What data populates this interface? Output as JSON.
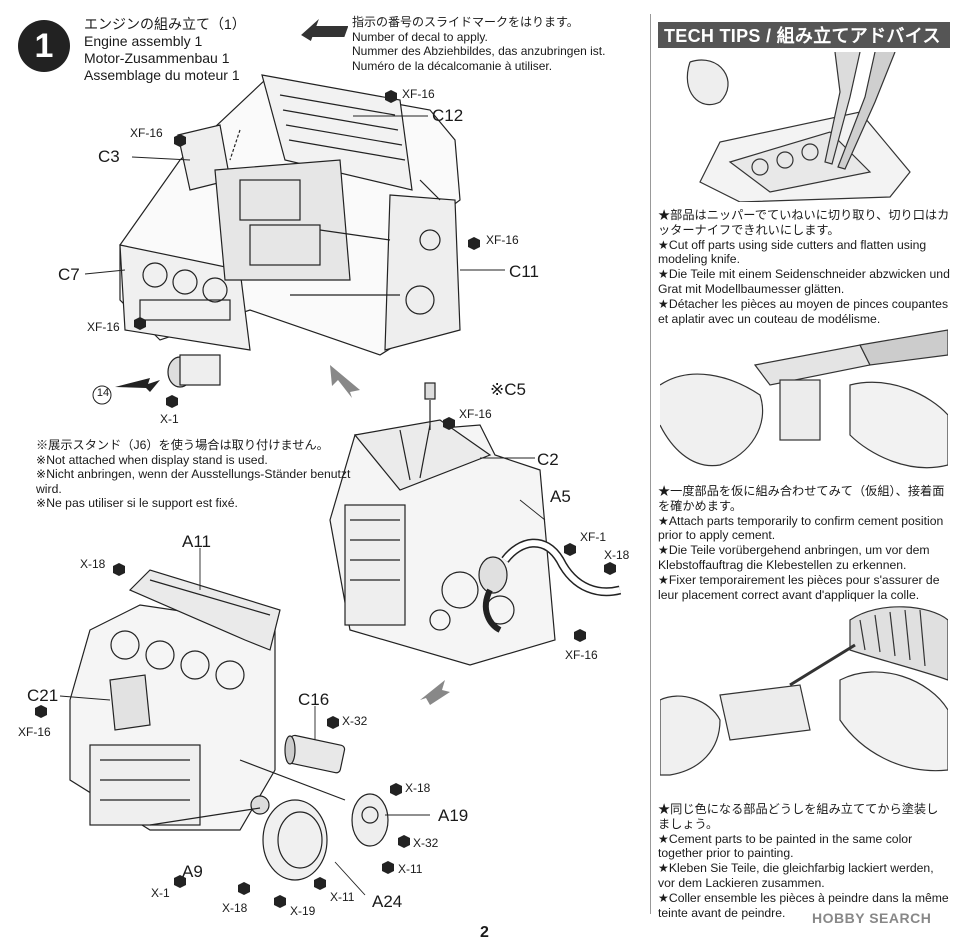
{
  "step": {
    "number": "1",
    "title_ja": "エンジンの組み立て（1）",
    "title_en": "Engine assembly 1",
    "title_de": "Motor-Zusammenbau 1",
    "title_fr": "Assemblage du moteur 1"
  },
  "decal_note": {
    "ja": "指示の番号のスライドマークをはります。",
    "en": "Number of decal to apply.",
    "de": "Nummer des Abziehbildes, das anzubringen ist.",
    "fr": "Numéro de la décalcomanie à utiliser."
  },
  "stand_note": {
    "ja": "※展示スタンド（J6）を使う場合は取り付けません。",
    "en": "※Not attached when display stand is used.",
    "de": "※Nicht anbringen, wenn der Ausstellungs-Ständer benutzt wird.",
    "fr": "※Ne pas utiliser si le support est fixé."
  },
  "part_labels": {
    "c12": "C12",
    "c3": "C3",
    "c7": "C7",
    "c11": "C11",
    "c5": "※C5",
    "c2": "C2",
    "a5": "A5",
    "a11": "A11",
    "c21": "C21",
    "c16": "C16",
    "a19": "A19",
    "a9": "A9",
    "a24": "A24",
    "decal14": "14"
  },
  "screw_labels": {
    "xf16_c12": "XF-16",
    "xf16_c3": "XF-16",
    "xf16_c11": "XF-16",
    "xf16_c7": "XF-16",
    "x1_c7": "X-1",
    "xf16_c5": "XF-16",
    "xf1_a5": "XF-1",
    "x18_a5": "X-18",
    "xf16_a5": "XF-16",
    "x18_a11": "X-18",
    "xf16_c21": "XF-16",
    "x32_c16": "X-32",
    "x18_a19": "X-18",
    "x32_a19": "X-32",
    "x11_a19": "X-11",
    "x1_a9": "X-1",
    "x18_a24": "X-18",
    "x19_a24": "X-19",
    "x11_a24": "X-11"
  },
  "tech_tips": {
    "header": "TECH TIPS / 組み立てアドバイス",
    "tip1": {
      "ja": "★部品はニッパーでていねいに切り取り、切り口はカッターナイフできれいにします。",
      "en": "★Cut off parts using side cutters and flatten using modeling knife.",
      "de": "★Die Teile mit einem Seidenschneider abzwicken und Grat mit Modellbaumesser glätten.",
      "fr": "★Détacher les pièces au moyen de pinces coupantes et aplatir avec un couteau de modélisme."
    },
    "tip2": {
      "ja": "★一度部品を仮に組み合わせてみて（仮組）、接着面を確かめます。",
      "en": "★Attach parts temporarily to confirm cement position prior to apply cement.",
      "de": "★Die Teile vorübergehend anbringen, um vor dem Klebstoffauftrag die Klebestellen zu erkennen.",
      "fr": "★Fixer temporairement les pièces pour s'assurer de leur placement correct avant d'appliquer la colle."
    },
    "tip3": {
      "ja": "★同じ色になる部品どうしを組み立ててから塗装しましょう。",
      "en": "★Cement parts to be painted in the same color together prior to painting.",
      "de": "★Kleben Sie Teile, die gleichfarbig lackiert werden, vor dem Lackieren zusammen.",
      "fr": "★Coller ensemble les pièces à peindre dans la même teinte avant de peindre."
    }
  },
  "watermark": "HOBBY SEARCH",
  "page_number": "2"
}
